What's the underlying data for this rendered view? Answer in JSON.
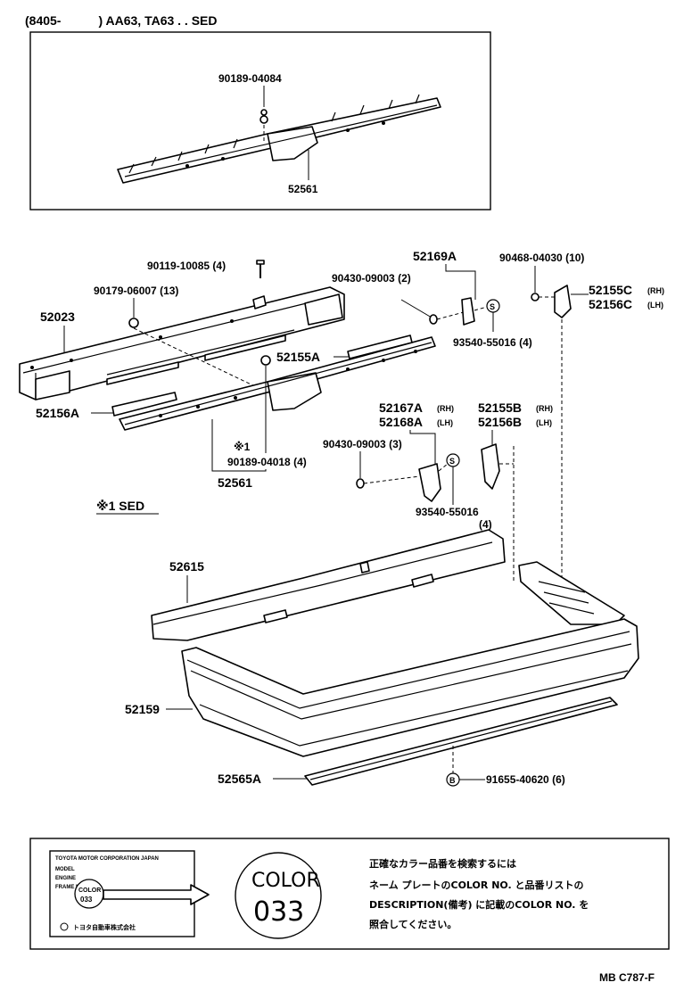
{
  "inset": {
    "header": "(8405-　　　) AA63, TA63 . . SED",
    "parts": {
      "bolt": "90189-04084",
      "reinforcement": "52561"
    }
  },
  "main": {
    "bolt_a": "90119-10085 (4)",
    "nut_a": "90179-06007 (13)",
    "reinforcement_main": "52023",
    "bracket_lower": "52156A",
    "bracket_upper": "52155A",
    "note_mark": "※1",
    "bolt_b": "90189-04018 (4)",
    "reinforcement": "52561",
    "sed_note": "※1 SED",
    "support_group_a": "52169A",
    "bolt_c": "90430-09003 (2)",
    "screw_a": "93540-55016 (4)",
    "clip": "90468-04030 (10)",
    "support_rh": "52155C",
    "support_lh": "52156C",
    "rh": "(RH)",
    "lh": "(LH)",
    "stay_rh": "52167A",
    "stay_lh": "52168A",
    "bolt_d": "90430-09003 (3)",
    "screw_b": "93540-55016",
    "screw_b_qty": "(4)",
    "side_rh": "52155B",
    "side_lh": "52156B",
    "absorber": "52615",
    "cover": "52159",
    "moulding": "52565A",
    "nut_b": "91655-40620 (6)",
    "symbol_s": "S",
    "symbol_b": "B"
  },
  "color_box": {
    "plate_line1": "TOYOTA MOTOR CORPORATION JAPAN",
    "plate_model": "MODEL",
    "plate_engine": "ENGINE",
    "plate_frame": "FRAME No.",
    "plate_color": "COLOR",
    "plate_color_num": "033",
    "plate_maker": "トヨタ自動車株式会社",
    "circle_label": "COLOR",
    "circle_number": "033",
    "note_line1": "正確なカラー品番を検索するには",
    "note_line2": "ネーム プレートのCOLOR NO. と品番リストの",
    "note_line3": "DESCRIPTION(備考) に記載のCOLOR NO. を",
    "note_line4": "照合してください。"
  },
  "footer": "MB C787-F"
}
